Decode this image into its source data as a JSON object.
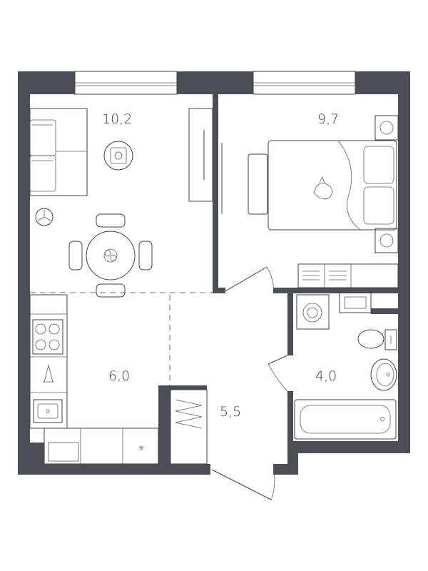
{
  "rooms": {
    "living": {
      "area": "10,2"
    },
    "bedroom": {
      "area": "9,7"
    },
    "kitchen": {
      "area": "6,0"
    },
    "hall": {
      "area": "5,5"
    },
    "bathroom": {
      "area": "4,0"
    }
  },
  "colors": {
    "wall": "#4a4e55",
    "line": "#3d4148",
    "background": "#ffffff"
  },
  "icons": [
    "sofa-icon",
    "bed-icon",
    "dining-table-icon",
    "stove-icon",
    "sink-icon",
    "bathtub-icon",
    "toilet-icon",
    "washing-machine-icon",
    "wardrobe-icon",
    "plant-icon",
    "fox-figure-icon"
  ]
}
